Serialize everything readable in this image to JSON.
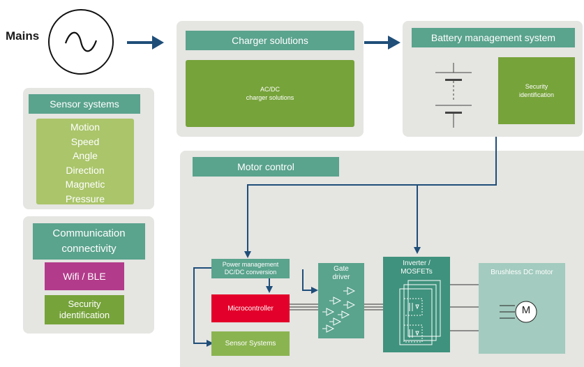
{
  "mains": {
    "label": "Mains"
  },
  "charger": {
    "title": "Charger solutions",
    "content": "AC/DC\ncharger solutions"
  },
  "bms": {
    "title": "Battery management system",
    "security": "Security\nidentification"
  },
  "sensor_systems": {
    "title": "Sensor systems",
    "items": [
      "Motion",
      "Speed",
      "Angle",
      "Direction",
      "Magnetic",
      "Pressure"
    ]
  },
  "communication": {
    "title": "Communication\nconnectivity",
    "wifi": "Wifi / BLE",
    "security": "Security\nidentification"
  },
  "motor_control": {
    "title": "Motor control",
    "power_mgmt": "Power management\nDC/DC conversion",
    "microcontroller": "Microcontroller",
    "sensor_systems": "Sensor Systems",
    "gate_driver": "Gate\ndriver",
    "inverter": "Inverter /\nMOSFETs",
    "bldc": "Brushless DC motor",
    "motor_symbol": "M"
  },
  "colors": {
    "teal": "#5aa38d",
    "green": "#76a33a",
    "light_green": "#aac56a",
    "magenta": "#b23b8b",
    "red": "#e3002a",
    "arrow_blue": "#1f4e79",
    "panel_grey": "#e5e5e2"
  }
}
